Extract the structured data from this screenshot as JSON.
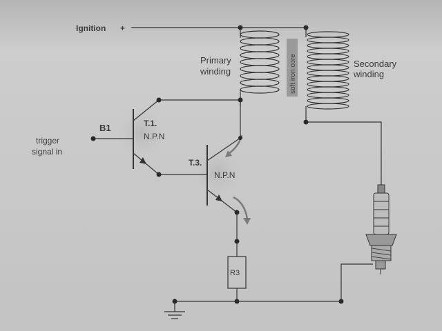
{
  "labels": {
    "ignition": "Ignition",
    "ignition_plus": "+",
    "primary_line1": "Primary",
    "primary_line2": "winding",
    "core": "soft iron core",
    "secondary_line1": "Secondary",
    "secondary_line2": "winding",
    "b1": "B1",
    "trigger_line1": "trigger",
    "trigger_line2": "signal in",
    "t1": "T.1.",
    "t1_type": "N.P.N",
    "t3": "T.3.",
    "t3_type": "N.P.N",
    "r3": "R3"
  },
  "colors": {
    "paper": "#c9c9c9",
    "wire": "#333333",
    "text": "#3a3a3a",
    "core": "#9a9a9a",
    "arrow": "#7a7a7a"
  }
}
